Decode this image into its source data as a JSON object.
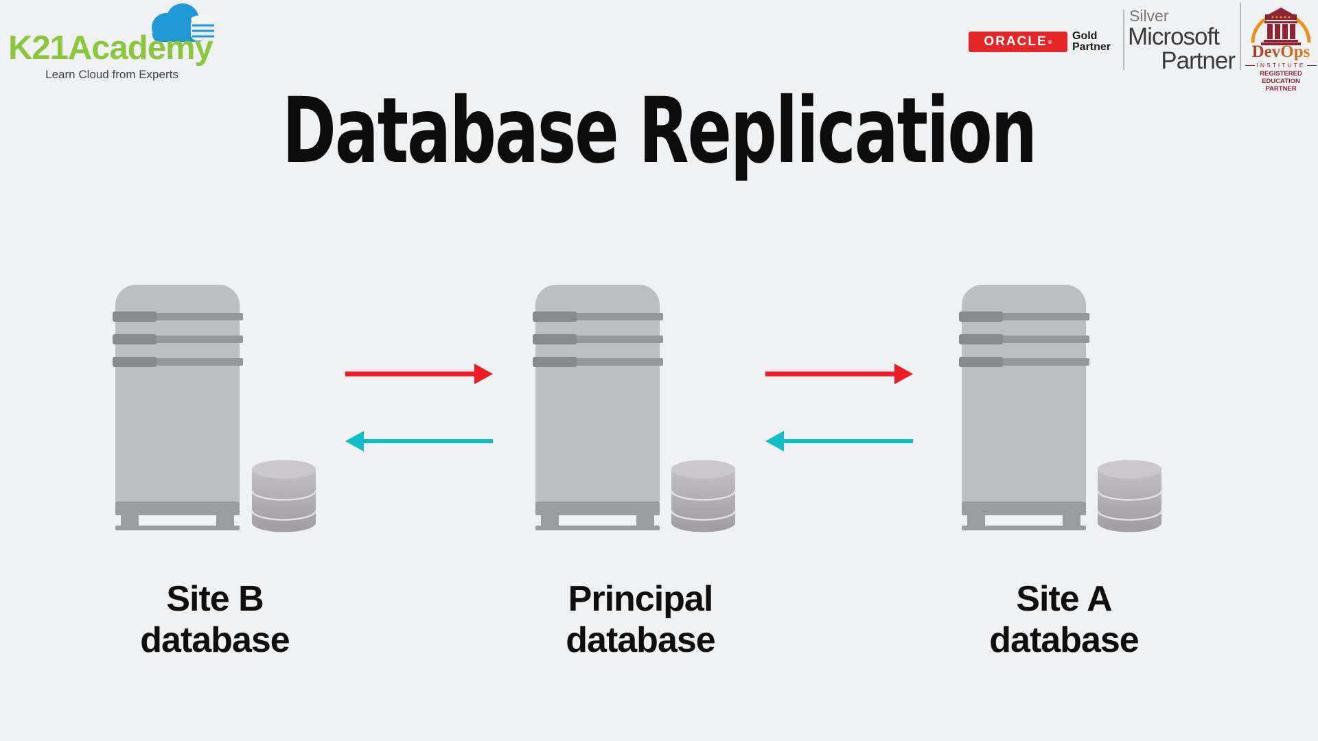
{
  "background_color": "#f0f1f3",
  "logo": {
    "brand": "K21Academy",
    "tagline": "Learn Cloud from Experts",
    "brand_color": "#8cc63e",
    "cloud_color": "#2198d6"
  },
  "partner_bar": {
    "oracle": {
      "wordmark": "ORACLE",
      "registered_mark": "®",
      "tier_line1": "Gold",
      "tier_line2": "Partner",
      "badge_color": "#e42629"
    },
    "microsoft": {
      "tier": "Silver",
      "name": "Microsoft",
      "role": "Partner"
    },
    "devops_institute": {
      "name": "DevOps",
      "org": "INSTITUTE",
      "role_line1": "REGISTERED EDUCATION",
      "role_line2": "PARTNER",
      "accent_orange": "#e8941c",
      "accent_red": "#8e2433"
    }
  },
  "title": "Database Replication",
  "diagram": {
    "nodes": [
      {
        "id": "site-b-database",
        "label_line1": "Site B",
        "label_line2": "database"
      },
      {
        "id": "principal-database",
        "label_line1": "Principal",
        "label_line2": "database"
      },
      {
        "id": "site-a-database",
        "label_line1": "Site A",
        "label_line2": "database"
      }
    ],
    "arrows": [
      {
        "between": [
          "site-b-database",
          "principal-database"
        ],
        "direction": "right",
        "color": "#ee1c25"
      },
      {
        "between": [
          "site-b-database",
          "principal-database"
        ],
        "direction": "left",
        "color": "#12bdc5"
      },
      {
        "between": [
          "principal-database",
          "site-a-database"
        ],
        "direction": "right",
        "color": "#ee1c25"
      },
      {
        "between": [
          "principal-database",
          "site-a-database"
        ],
        "direction": "left",
        "color": "#12bdc5"
      }
    ],
    "colors": {
      "tower_body": "#bdbec2",
      "tower_handle": "#898a8f",
      "tower_bar": "#96979c",
      "tower_base": "#9b9ca1",
      "cylinder_light": "#cac8cc",
      "cylinder_dark": "#a09da3"
    }
  }
}
